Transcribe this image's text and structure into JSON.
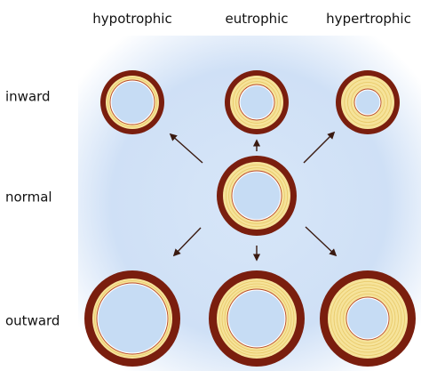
{
  "column_headers": [
    "hypotrophic",
    "eutrophic",
    "hypertrophic"
  ],
  "row_headers": [
    "inward",
    "normal",
    "outward"
  ],
  "colors": {
    "background_glow": "#c8ddf5",
    "adventitia": "#7a1e0e",
    "media": "#f6e39a",
    "intima": "#ffffff",
    "lumen": "#c6dcf4",
    "arrow": "#3a1a10"
  },
  "vessels": [
    {
      "name": "inward-hypotrophic",
      "row": "inward",
      "column": "hypotrophic"
    },
    {
      "name": "inward-eutrophic",
      "row": "inward",
      "column": "eutrophic"
    },
    {
      "name": "inward-hypertrophic",
      "row": "inward",
      "column": "hypertrophic"
    },
    {
      "name": "normal",
      "row": "normal",
      "column": "eutrophic"
    },
    {
      "name": "outward-hypotrophic",
      "row": "outward",
      "column": "hypotrophic"
    },
    {
      "name": "outward-eutrophic",
      "row": "outward",
      "column": "eutrophic"
    },
    {
      "name": "outward-hypertrophic",
      "row": "outward",
      "column": "hypertrophic"
    }
  ]
}
